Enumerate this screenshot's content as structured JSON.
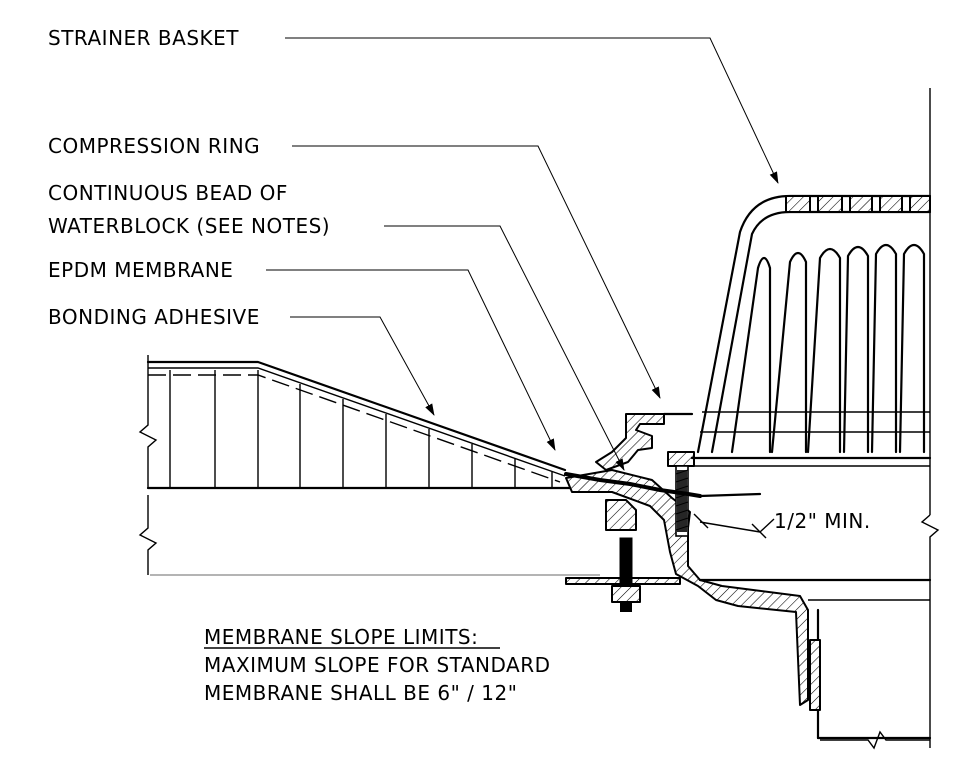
{
  "callouts": {
    "strainer_basket": "STRAINER BASKET",
    "compression_ring": "COMPRESSION RING",
    "waterblock_line1": "CONTINUOUS BEAD OF",
    "waterblock_line2": "WATERBLOCK (SEE NOTES)",
    "epdm_membrane": "EPDM MEMBRANE",
    "bonding_adhesive": "BONDING ADHESIVE"
  },
  "dimension": {
    "clearance": "1/2\" MIN."
  },
  "note": {
    "heading": "MEMBRANE SLOPE LIMITS:",
    "line1": "MAXIMUM SLOPE FOR STANDARD",
    "line2": "MEMBRANE SHALL BE 6\" / 12\""
  }
}
